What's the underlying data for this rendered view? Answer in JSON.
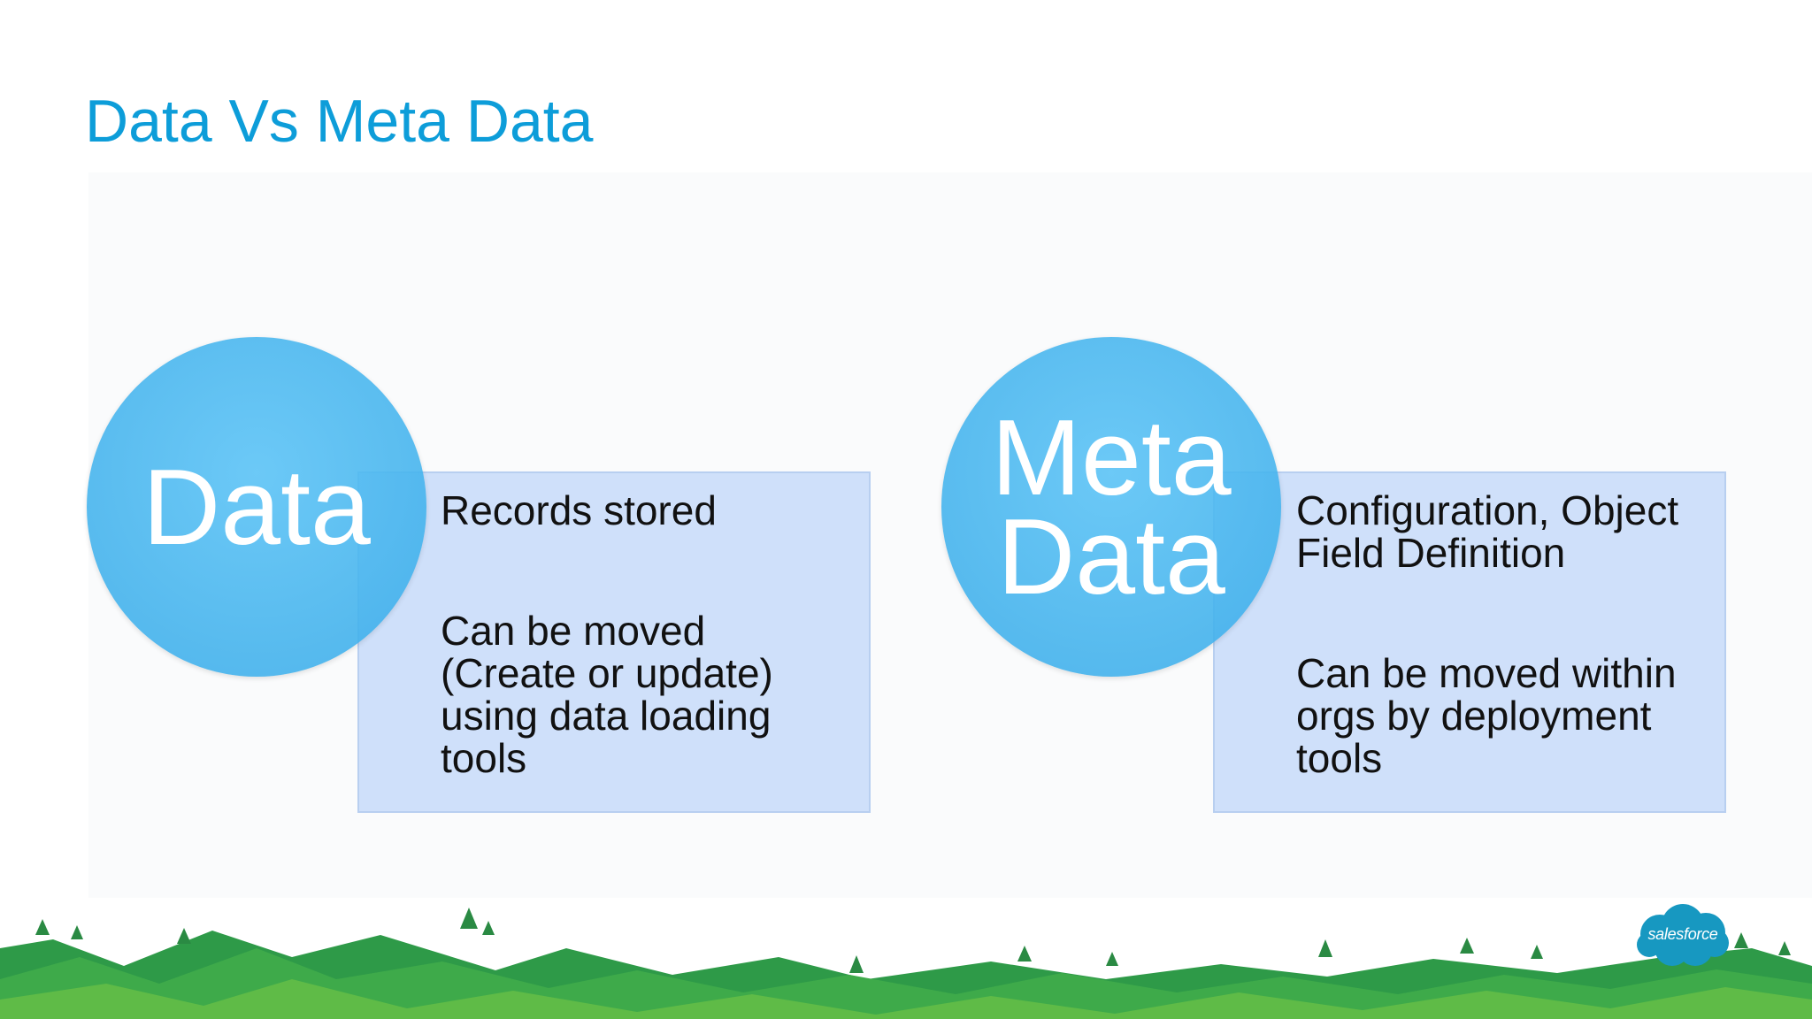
{
  "slide": {
    "title": "Data Vs Meta Data",
    "sections": [
      {
        "circle_label": "Data",
        "items": [
          "Records stored",
          "Can be moved (Create or update) using data loading tools"
        ]
      },
      {
        "circle_label": "Meta Data",
        "items": [
          "Configuration, Object Field Definition",
          "Can be moved within orgs by deployment tools"
        ]
      }
    ]
  },
  "logo": {
    "text": "salesforce",
    "color": "#1798c1"
  },
  "colors": {
    "title": "#0d9dd9",
    "circle": "#45b7ee",
    "box": "#cfe0fa",
    "hills_light": "#5fbb47",
    "hills_dark": "#2e9a48"
  }
}
